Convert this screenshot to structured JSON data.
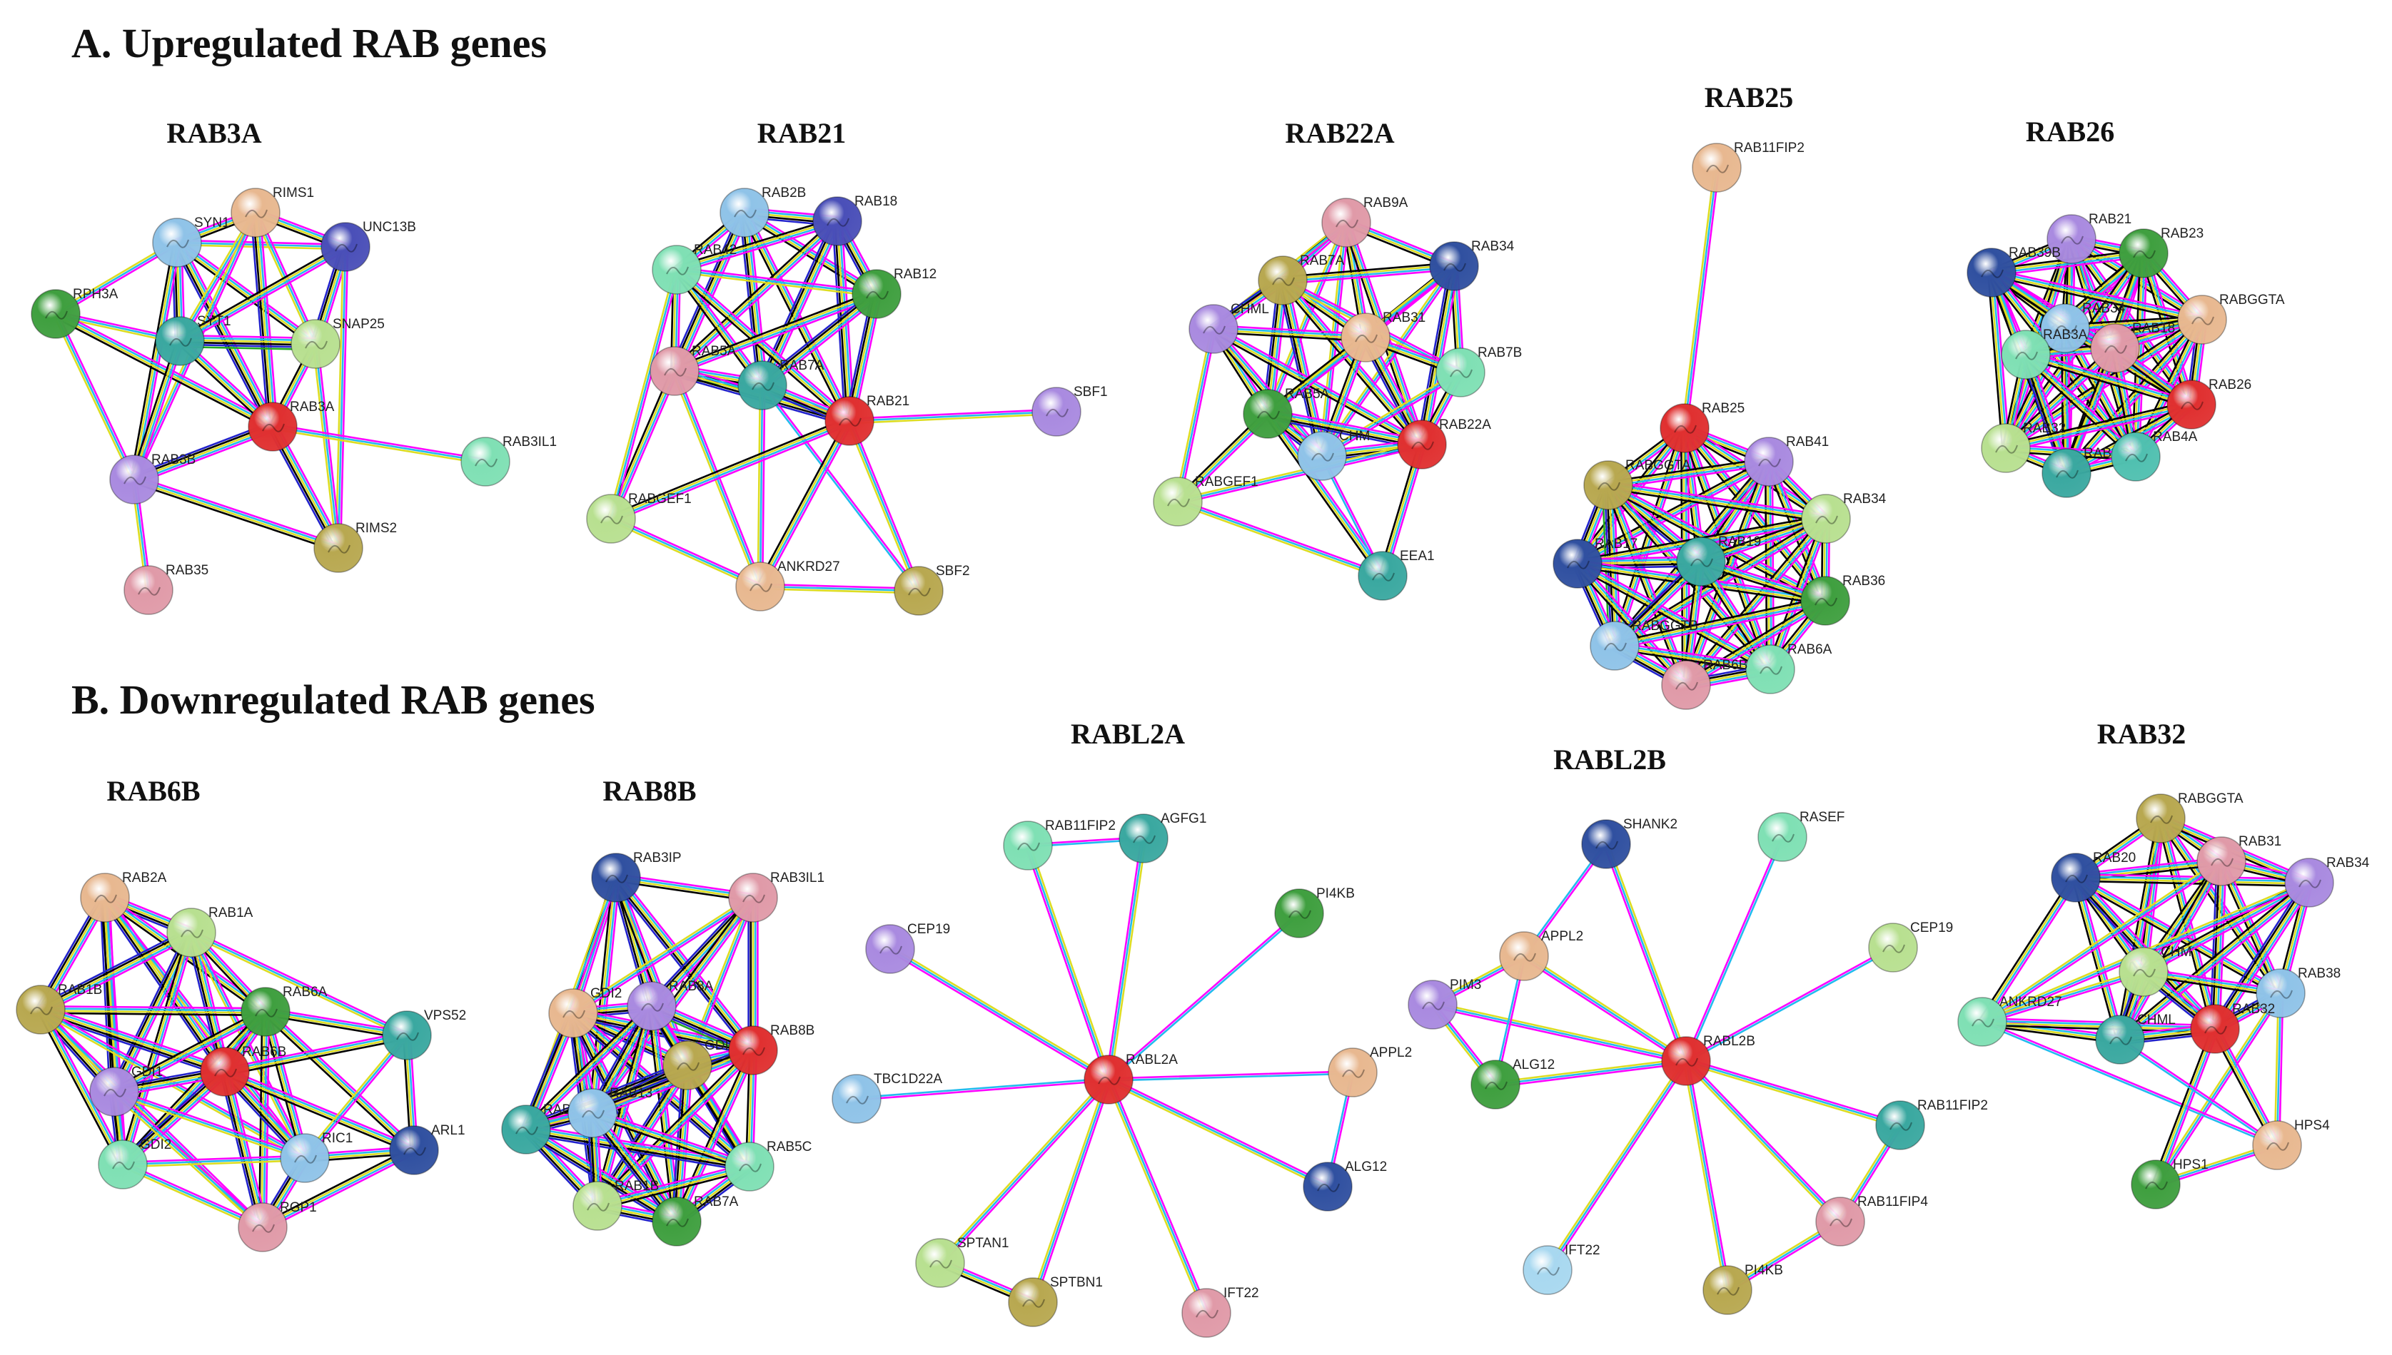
{
  "sections": [
    {
      "label": "A.  Upregulated RAB genes"
    },
    {
      "label": "B.  Downregulated RAB genes"
    }
  ],
  "palette": {
    "red": "#e03030",
    "blue_violet": "#4a4fb8",
    "lavender": "#a98ae0",
    "light_blue": "#8fc3e8",
    "teal": "#3aa8a0",
    "mint": "#7fe0b4",
    "green": "#3f9f3f",
    "light_green": "#b8e090",
    "olive": "#b8a850",
    "peach": "#e8b890",
    "pink": "#e09aa8",
    "navy": "#3050a0",
    "sky": "#a8d8f0",
    "sea": "#50c0b0"
  },
  "edge_colors": [
    "#ff00ff",
    "#22bbee",
    "#dddd22",
    "#000000",
    "#2222cc",
    "#22aa22"
  ],
  "panels": [
    {
      "title": "RAB3A",
      "nodes": [
        {
          "id": "SYN1",
          "label": "SYN1",
          "color": "light_blue"
        },
        {
          "id": "RIMS1",
          "label": "RIMS1",
          "color": "peach"
        },
        {
          "id": "UNC13B",
          "label": "UNC13B",
          "color": "blue_violet"
        },
        {
          "id": "RPH3A",
          "label": "RPH3A",
          "color": "green"
        },
        {
          "id": "SYT1",
          "label": "SYT1",
          "color": "teal"
        },
        {
          "id": "SNAP25",
          "label": "SNAP25",
          "color": "light_green"
        },
        {
          "id": "RAB3A",
          "label": "RAB3A",
          "color": "red"
        },
        {
          "id": "RAB3IL1",
          "label": "RAB3IL1",
          "color": "mint"
        },
        {
          "id": "RAB3B",
          "label": "RAB3B",
          "color": "lavender"
        },
        {
          "id": "RIMS2",
          "label": "RIMS2",
          "color": "olive"
        },
        {
          "id": "RAB35",
          "label": "RAB35",
          "color": "pink"
        }
      ]
    },
    {
      "title": "RAB21",
      "nodes": [
        {
          "id": "RAB2B",
          "label": "RAB2B",
          "color": "light_blue"
        },
        {
          "id": "RAB18",
          "label": "RAB18",
          "color": "blue_violet"
        },
        {
          "id": "RAB42",
          "label": "RAB42",
          "color": "mint"
        },
        {
          "id": "RAB12",
          "label": "RAB12",
          "color": "green"
        },
        {
          "id": "RAB5A",
          "label": "RAB5A",
          "color": "pink"
        },
        {
          "id": "RAB7A",
          "label": "RAB7A",
          "color": "teal"
        },
        {
          "id": "RAB21",
          "label": "RAB21",
          "color": "red"
        },
        {
          "id": "SBF1",
          "label": "SBF1",
          "color": "lavender"
        },
        {
          "id": "RABGEF1",
          "label": "RABGEF1",
          "color": "light_green"
        },
        {
          "id": "ANKRD27",
          "label": "ANKRD27",
          "color": "peach"
        },
        {
          "id": "SBF2",
          "label": "SBF2",
          "color": "olive"
        }
      ]
    },
    {
      "title": "RAB22A",
      "nodes": [
        {
          "id": "RAB9A",
          "label": "RAB9A",
          "color": "pink"
        },
        {
          "id": "RAB34",
          "label": "RAB34",
          "color": "navy"
        },
        {
          "id": "RAB7A",
          "label": "RAB7A",
          "color": "olive"
        },
        {
          "id": "CHML",
          "label": "CHML",
          "color": "lavender"
        },
        {
          "id": "RAB31",
          "label": "RAB31",
          "color": "peach"
        },
        {
          "id": "RAB7B",
          "label": "RAB7B",
          "color": "mint"
        },
        {
          "id": "RAB5A",
          "label": "RAB5A",
          "color": "green"
        },
        {
          "id": "CHM",
          "label": "CHM",
          "color": "light_blue"
        },
        {
          "id": "RAB22A",
          "label": "RAB22A",
          "color": "red"
        },
        {
          "id": "RABGEF1",
          "label": "RABGEF1",
          "color": "light_green"
        },
        {
          "id": "EEA1",
          "label": "EEA1",
          "color": "teal"
        }
      ]
    },
    {
      "title": "RAB25",
      "nodes": [
        {
          "id": "RAB11FIP2",
          "label": "RAB11FIP2",
          "color": "peach"
        },
        {
          "id": "RAB25",
          "label": "RAB25",
          "color": "red"
        },
        {
          "id": "RAB41",
          "label": "RAB41",
          "color": "lavender"
        },
        {
          "id": "RABGGTA",
          "label": "RABGGTA",
          "color": "olive"
        },
        {
          "id": "RAB34",
          "label": "RAB34",
          "color": "light_green"
        },
        {
          "id": "RAB17",
          "label": "RAB17",
          "color": "navy"
        },
        {
          "id": "RAB19",
          "label": "RAB19",
          "color": "teal"
        },
        {
          "id": "RAB36",
          "label": "RAB36",
          "color": "green"
        },
        {
          "id": "RABGGTB",
          "label": "RABGGTB",
          "color": "light_blue"
        },
        {
          "id": "RAB6A",
          "label": "RAB6A",
          "color": "mint"
        },
        {
          "id": "RAB6B",
          "label": "RAB6B",
          "color": "pink"
        }
      ]
    },
    {
      "title": "RAB26",
      "nodes": [
        {
          "id": "RAB21",
          "label": "RAB21",
          "color": "lavender"
        },
        {
          "id": "RAB23",
          "label": "RAB23",
          "color": "green"
        },
        {
          "id": "RAB39B",
          "label": "RAB39B",
          "color": "navy"
        },
        {
          "id": "RABGGTA",
          "label": "RABGGTA",
          "color": "peach"
        },
        {
          "id": "RAB34",
          "label": "RAB34",
          "color": "light_blue"
        },
        {
          "id": "RAB18",
          "label": "RAB18",
          "color": "pink"
        },
        {
          "id": "RAB3A",
          "label": "RAB3A",
          "color": "mint"
        },
        {
          "id": "RAB26",
          "label": "RAB26",
          "color": "red"
        },
        {
          "id": "RAB32",
          "label": "RAB32",
          "color": "light_green"
        },
        {
          "id": "RAB3C",
          "label": "RAB3C",
          "color": "teal"
        },
        {
          "id": "RAB4A",
          "label": "RAB4A",
          "color": "sea"
        }
      ]
    },
    {
      "title": "RAB6B",
      "nodes": [
        {
          "id": "RAB2A",
          "label": "RAB2A",
          "color": "peach"
        },
        {
          "id": "RAB1A",
          "label": "RAB1A",
          "color": "light_green"
        },
        {
          "id": "RAB1B",
          "label": "RAB1B",
          "color": "olive"
        },
        {
          "id": "RAB6A",
          "label": "RAB6A",
          "color": "green"
        },
        {
          "id": "VPS52",
          "label": "VPS52",
          "color": "teal"
        },
        {
          "id": "RAB6B",
          "label": "RAB6B",
          "color": "red"
        },
        {
          "id": "GDI1",
          "label": "GDI1",
          "color": "lavender"
        },
        {
          "id": "RIC1",
          "label": "RIC1",
          "color": "light_blue"
        },
        {
          "id": "ARL1",
          "label": "ARL1",
          "color": "navy"
        },
        {
          "id": "GDI2",
          "label": "GDI2",
          "color": "mint"
        },
        {
          "id": "RGP1",
          "label": "RGP1",
          "color": "pink"
        }
      ]
    },
    {
      "title": "RAB8B",
      "nodes": [
        {
          "id": "RAB3IP",
          "label": "RAB3IP",
          "color": "navy"
        },
        {
          "id": "RAB3IL1",
          "label": "RAB3IL1",
          "color": "pink"
        },
        {
          "id": "GDI2",
          "label": "GDI2",
          "color": "peach"
        },
        {
          "id": "RAB8A",
          "label": "RAB8A",
          "color": "lavender"
        },
        {
          "id": "GDI1",
          "label": "GDI1",
          "color": "olive"
        },
        {
          "id": "RAB8B",
          "label": "RAB8B",
          "color": "red"
        },
        {
          "id": "RAB5A",
          "label": "RAB5A",
          "color": "teal"
        },
        {
          "id": "RAB13",
          "label": "RAB13",
          "color": "light_blue"
        },
        {
          "id": "RAB5C",
          "label": "RAB5C",
          "color": "mint"
        },
        {
          "id": "RAB1B",
          "label": "RAB1B",
          "color": "light_green"
        },
        {
          "id": "RAB7A",
          "label": "RAB7A",
          "color": "green"
        }
      ]
    },
    {
      "title": "RABL2A",
      "nodes": [
        {
          "id": "RAB11FIP2",
          "label": "RAB11FIP2",
          "color": "mint"
        },
        {
          "id": "AGFG1",
          "label": "AGFG1",
          "color": "teal"
        },
        {
          "id": "CEP19",
          "label": "CEP19",
          "color": "lavender"
        },
        {
          "id": "PI4KB",
          "label": "PI4KB",
          "color": "green"
        },
        {
          "id": "TBC1D22A",
          "label": "TBC1D22A",
          "color": "light_blue"
        },
        {
          "id": "RABL2A",
          "label": "RABL2A",
          "color": "red"
        },
        {
          "id": "APPL2",
          "label": "APPL2",
          "color": "peach"
        },
        {
          "id": "ALG12",
          "label": "ALG12",
          "color": "navy"
        },
        {
          "id": "SPTAN1",
          "label": "SPTAN1",
          "color": "light_green"
        },
        {
          "id": "SPTBN1",
          "label": "SPTBN1",
          "color": "olive"
        },
        {
          "id": "IFT22",
          "label": "IFT22",
          "color": "pink"
        }
      ]
    },
    {
      "title": "RABL2B",
      "nodes": [
        {
          "id": "SHANK2",
          "label": "SHANK2",
          "color": "navy"
        },
        {
          "id": "RASEF",
          "label": "RASEF",
          "color": "mint"
        },
        {
          "id": "CEP19",
          "label": "CEP19",
          "color": "light_green"
        },
        {
          "id": "APPL2",
          "label": "APPL2",
          "color": "peach"
        },
        {
          "id": "PIM3",
          "label": "PIM3",
          "color": "lavender"
        },
        {
          "id": "RABL2B",
          "label": "RABL2B",
          "color": "red"
        },
        {
          "id": "ALG12",
          "label": "ALG12",
          "color": "green"
        },
        {
          "id": "RAB11FIP2",
          "label": "RAB11FIP2",
          "color": "teal"
        },
        {
          "id": "RAB11FIP4",
          "label": "RAB11FIP4",
          "color": "pink"
        },
        {
          "id": "IFT22",
          "label": "IFT22",
          "color": "sky"
        },
        {
          "id": "PI4KB",
          "label": "PI4KB",
          "color": "olive"
        }
      ]
    },
    {
      "title": "RAB32",
      "nodes": [
        {
          "id": "RABGGTA",
          "label": "RABGGTA",
          "color": "olive"
        },
        {
          "id": "RAB20",
          "label": "RAB20",
          "color": "navy"
        },
        {
          "id": "RAB31",
          "label": "RAB31",
          "color": "pink"
        },
        {
          "id": "RAB34",
          "label": "RAB34",
          "color": "lavender"
        },
        {
          "id": "CHM",
          "label": "CHM",
          "color": "light_green"
        },
        {
          "id": "RAB38",
          "label": "RAB38",
          "color": "light_blue"
        },
        {
          "id": "ANKRD27",
          "label": "ANKRD27",
          "color": "mint"
        },
        {
          "id": "CHML",
          "label": "CHML",
          "color": "teal"
        },
        {
          "id": "RAB32",
          "label": "RAB32",
          "color": "red"
        },
        {
          "id": "HPS4",
          "label": "HPS4",
          "color": "peach"
        },
        {
          "id": "HPS1",
          "label": "HPS1",
          "color": "green"
        }
      ]
    }
  ]
}
